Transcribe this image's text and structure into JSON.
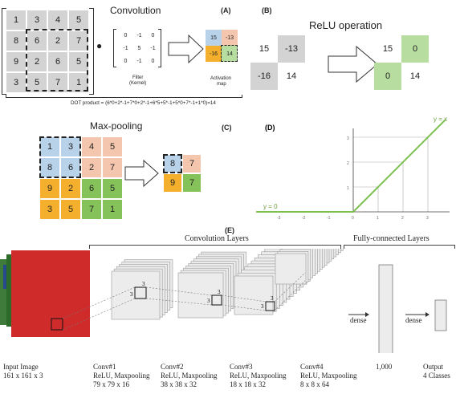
{
  "panels": {
    "a": "(A)",
    "b": "(B)",
    "c": "(C)",
    "d": "(D)",
    "e": "(E)"
  },
  "convolution": {
    "title": "Convolution",
    "input": [
      [
        1,
        3,
        4,
        5
      ],
      [
        8,
        6,
        2,
        7
      ],
      [
        9,
        2,
        6,
        5
      ],
      [
        3,
        5,
        7,
        1
      ]
    ],
    "kernel": [
      [
        "0",
        "-1",
        "0"
      ],
      [
        "-1",
        "5",
        "-1"
      ],
      [
        "0",
        "-1",
        "0"
      ]
    ],
    "filter_label_1": "Filter",
    "filter_label_2": "(Kernel)",
    "operator": "●",
    "activation_map": [
      "15",
      "-13",
      "-16",
      "14"
    ],
    "activation_label_1": "Activation",
    "activation_label_2": "map",
    "dot_product": "DOT product = (6*0+2*-1+7*0+2*-1+6*5+5*-1+5*0+7*-1+1*0)=14"
  },
  "relu": {
    "title": "ReLU operation",
    "before": [
      "15",
      "-13",
      "-16",
      "14"
    ],
    "after": [
      "15",
      "0",
      "0",
      "14"
    ]
  },
  "maxpool": {
    "title": "Max-pooling",
    "input": [
      [
        1,
        3,
        4,
        5
      ],
      [
        8,
        6,
        2,
        7
      ],
      [
        9,
        2,
        6,
        5
      ],
      [
        3,
        5,
        7,
        1
      ]
    ],
    "output": [
      [
        "8",
        "7"
      ],
      [
        "9",
        "7"
      ]
    ]
  },
  "relu_graph": {
    "label_right": "y = x",
    "label_left": "y = 0",
    "x_ticks": [
      "-3",
      "-2",
      "-1",
      "0",
      "1",
      "2",
      "3"
    ],
    "y_ticks": [
      "1",
      "2",
      "3"
    ]
  },
  "architecture": {
    "group_conv": "Convolution Layers",
    "group_fc": "Fully-connected Layers",
    "input_label_1": "Input Image",
    "input_label_2": "161 x 161 x 3",
    "layers": [
      {
        "name": "Conv#1",
        "ops": "ReLU, Maxpooling",
        "size": "79 x 79 x 16"
      },
      {
        "name": "Conv#2",
        "ops": "ReLU, Maxpooling",
        "size": "38 x 38 x 32"
      },
      {
        "name": "Conv#3",
        "ops": "ReLU, Maxpooling",
        "size": "18 x 18 x 32"
      },
      {
        "name": "Conv#4",
        "ops": "ReLU, Maxpooling",
        "size": "8 x 8 x 64"
      }
    ],
    "kernel_size": "3",
    "dense_1": "dense",
    "dense_2": "dense",
    "fc_size": "1,000",
    "output_label_1": "Output",
    "output_label_2": "4 Classes"
  },
  "colors": {
    "blue": "#b8d2ea",
    "peach": "#f4c6ae",
    "orange": "#f4b02c",
    "green": "#86c25a",
    "light_green": "#b7dda0",
    "gray": "#d3d3d3",
    "relu_line": "#7bbf4c"
  }
}
